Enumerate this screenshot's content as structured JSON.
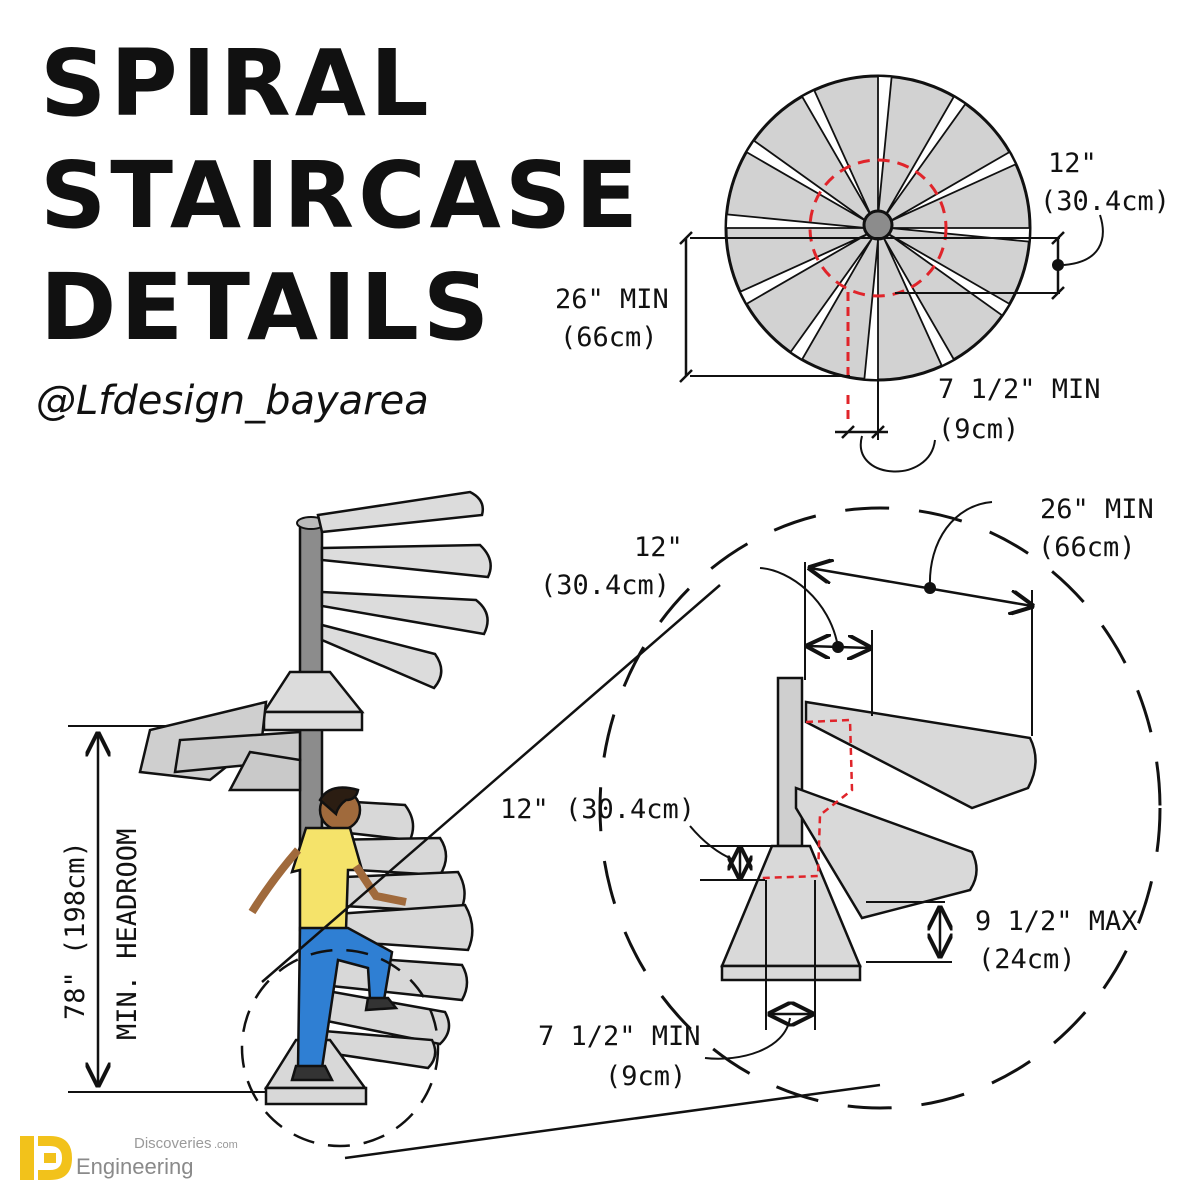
{
  "title": {
    "line1": "SPIRAL",
    "line2": "STAIRCASE",
    "line3": "DETAILS"
  },
  "handle": "@Lfdesign_bayarea",
  "plan_view": {
    "center_post_width": {
      "line1": "12\"",
      "line2": "(30.4cm)"
    },
    "tread_clear_width": {
      "line1": "26\" MIN",
      "line2": "(66cm)"
    },
    "min_tread_depth": {
      "line1": "7 1/2\" MIN",
      "line2": "(9cm)"
    }
  },
  "elevation": {
    "headroom_value": "78\" (198cm)",
    "headroom_label": "MIN. HEADROOM"
  },
  "detail_view": {
    "tread_width": {
      "line1": "26\" MIN",
      "line2": "(66cm)"
    },
    "walkline_offset": {
      "line1": "12\"",
      "line2": "(30.4cm)"
    },
    "walkline_height": "12\" (30.4cm)",
    "riser_height": {
      "line1": "9 1/2\" MAX",
      "line2": "(24cm)"
    },
    "min_tread_depth": {
      "line1": "7 1/2\" MIN",
      "line2": "(9cm)"
    }
  },
  "watermark": {
    "brand_top": "Discoveries",
    "brand_suffix": ".com",
    "brand_bottom": "Engineering",
    "logo_color": "#f2c21b"
  },
  "colors": {
    "tread": "#dcdcdc",
    "tread_dark": "#b4b4b4",
    "post": "#8c8c8c",
    "walkline": "#e0242a",
    "shirt": "#f5e36a",
    "jeans": "#2f7fd3",
    "skin": "#a06a3c",
    "hair": "#2b1d12"
  }
}
